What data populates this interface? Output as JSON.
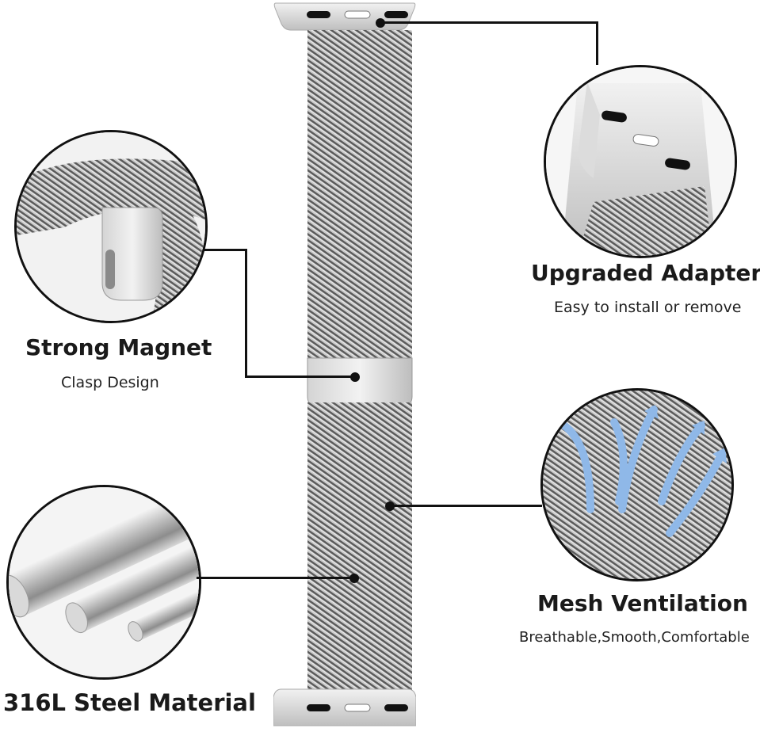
{
  "features": {
    "magnet": {
      "title": "Strong Magnet",
      "subtitle": "Clasp Design",
      "illustration": "magnet-clasp-closeup"
    },
    "adapter": {
      "title": "Upgraded Adapter",
      "subtitle": "Easy to install or remove",
      "illustration": "adapter-closeup"
    },
    "mesh": {
      "title": "Mesh Ventilation",
      "subtitle": "Breathable,Smooth,Comfortable",
      "illustration": "mesh-airflow-closeup"
    },
    "steel": {
      "title": "316L Steel Material",
      "illustration": "steel-rods-closeup"
    }
  },
  "colors": {
    "mesh": "#9a9a9a",
    "steel": "#c8c8c8",
    "airflow_arrow": "#8fb8e8",
    "callout_line": "#111111"
  }
}
